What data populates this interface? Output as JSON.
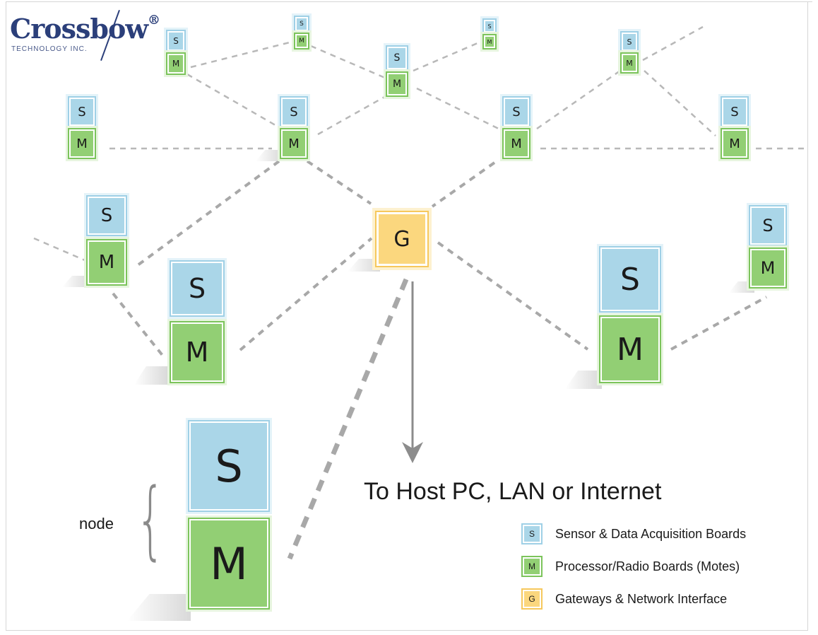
{
  "logo": {
    "word": "Crossbow",
    "registered": "®",
    "subtitle": "TECHNOLOGY  INC."
  },
  "letters": {
    "sensor": "S",
    "mote": "M",
    "gateway": "G"
  },
  "host_label": "To Host PC, LAN or Internet",
  "node_label": "node",
  "legend": [
    {
      "letter": "S",
      "kind": "s",
      "text": "Sensor & Data Acquisition Boards"
    },
    {
      "letter": "M",
      "kind": "m",
      "text": "Processor/Radio Boards (Motes)"
    },
    {
      "letter": "G",
      "kind": "g",
      "text": "Gateways & Network Interface"
    }
  ],
  "colors": {
    "sensor": "#aad6e8",
    "mote": "#92cf74",
    "gateway": "#fbd77e",
    "link": "#b4b4b4",
    "arrow": "#8c8c8c",
    "logo": "#2b3f7a"
  },
  "nodes": [
    {
      "id": "n-tiny-1",
      "kind": "sm"
    },
    {
      "id": "n-tiny-2",
      "kind": "sm"
    },
    {
      "id": "n-tiny-3",
      "kind": "sm"
    },
    {
      "id": "n-tiny-4",
      "kind": "sm"
    },
    {
      "id": "n-tiny-5",
      "kind": "sm"
    },
    {
      "id": "n-small-1",
      "kind": "sm"
    },
    {
      "id": "n-small-2",
      "kind": "sm"
    },
    {
      "id": "n-small-3",
      "kind": "sm"
    },
    {
      "id": "n-small-4",
      "kind": "sm"
    },
    {
      "id": "n-mid-left",
      "kind": "sm"
    },
    {
      "id": "n-mid-right",
      "kind": "sm"
    },
    {
      "id": "n-large-left",
      "kind": "sm"
    },
    {
      "id": "n-large-right",
      "kind": "sm"
    },
    {
      "id": "n-big",
      "kind": "sm"
    },
    {
      "id": "gateway",
      "kind": "g"
    }
  ]
}
